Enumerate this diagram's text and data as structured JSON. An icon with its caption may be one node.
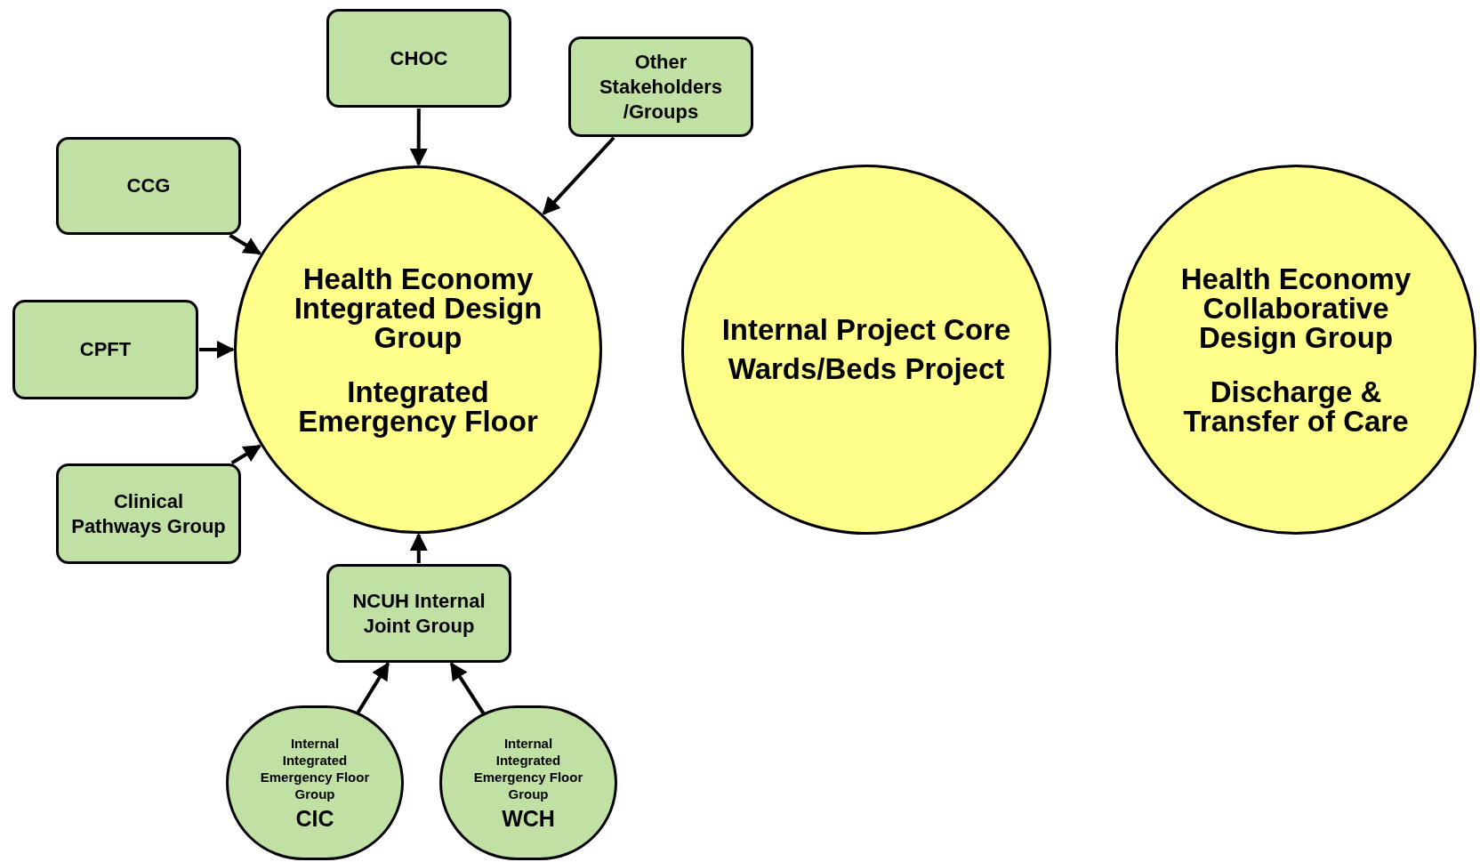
{
  "diagram": {
    "nodes": [
      {
        "text": [
          "CHOC"
        ]
      },
      {
        "text": [
          "Other Stakeholders /Groups"
        ]
      },
      {
        "text": [
          "CCG"
        ]
      },
      {
        "text": [
          "CPFT"
        ]
      },
      {
        "text": [
          "Clinical Pathways Group"
        ]
      },
      {
        "text": [
          "Health Economy Integrated Design Group",
          "Integrated Emergency Floor"
        ]
      },
      {
        "text": [
          "Internal Project Core Wards/Beds Project"
        ]
      },
      {
        "text": [
          "Health Economy Collaborative Design Group",
          "Discharge & Transfer of Care"
        ]
      },
      {
        "text": [
          "NCUH Internal Joint Group"
        ]
      },
      {
        "text": [
          "Internal Integrated Emergency Floor Group",
          "CIC"
        ]
      },
      {
        "text": [
          "Internal Integrated Emergency Floor Group",
          "WCH"
        ]
      }
    ],
    "edges": [
      {
        "from": 0,
        "to": 5,
        "arrow": "to"
      },
      {
        "from": 1,
        "to": 5,
        "arrow": "to"
      },
      {
        "from": 2,
        "to": 5,
        "arrow": "to"
      },
      {
        "from": 3,
        "to": 5,
        "arrow": "to"
      },
      {
        "from": 4,
        "to": 5,
        "arrow": "to"
      },
      {
        "from": 8,
        "to": 5,
        "arrow": "to"
      },
      {
        "from": 9,
        "to": 8,
        "arrow": "to"
      },
      {
        "from": 10,
        "to": 8,
        "arrow": "to"
      }
    ]
  }
}
